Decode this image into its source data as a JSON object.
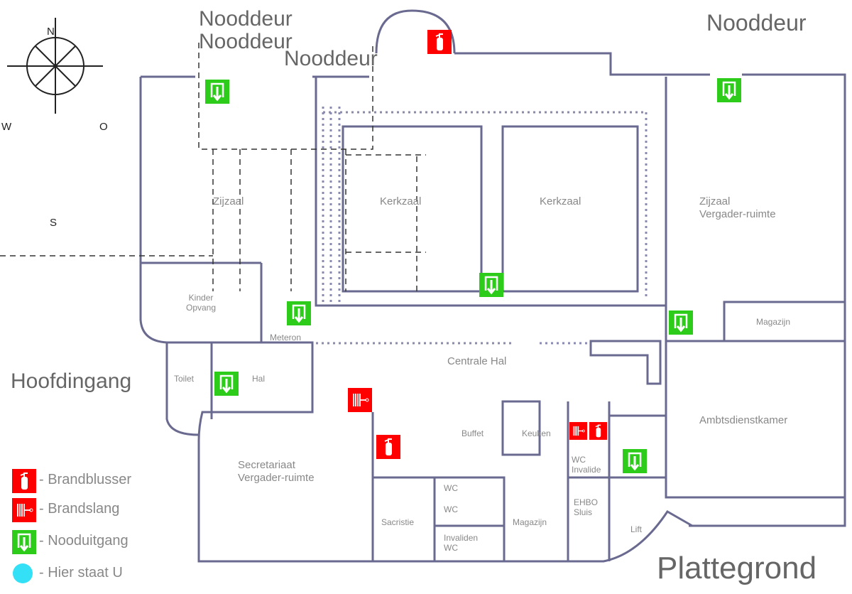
{
  "title": "Plattegrond",
  "doors": {
    "left_top": "Nooddeur",
    "left_top_2": "Nooddeur",
    "left_top_3": "Nooddeur",
    "right_top": "Nooddeur"
  },
  "entrance": "Hoofdingang",
  "compass": {
    "n": "N",
    "s": "S",
    "w": "W",
    "o": "O"
  },
  "rooms": {
    "zijzaal": "Zijzaal",
    "kerkzaal_left": "Kerkzaal",
    "kerkzaal_right": "Kerkzaal",
    "zijzaal_right": "Zijzaal\nVergader-ruimte",
    "kinder": "Kinder\nOpvang",
    "meteron": "Meteron",
    "toilet": "Toilet",
    "hal": "Hal",
    "centrale_hal": "Centrale Hal",
    "magazijn_right": "Magazijn",
    "ambtskamer": "Ambtsdienstkamer",
    "secretariaat": "Secretariaat\nVergader-ruimte",
    "buffet": "Buffet",
    "keuken": "Keuken",
    "wc_invalide": "WC\nInvalide",
    "wc1": "WC",
    "wc2": "WC",
    "invaliden_wc": "Invaliden\nWC",
    "sacristie": "Sacristie",
    "magazijn": "Magazijn",
    "ehbo": "EHBO\nSluis",
    "lift": "Lift"
  },
  "legend": [
    {
      "icon": "fire-extinguisher",
      "label": "- Brandblusser"
    },
    {
      "icon": "fire-hose",
      "label": "- Brandslang"
    },
    {
      "icon": "emergency-exit",
      "label": "- Nooduitgang"
    },
    {
      "icon": "you-are-here",
      "label": "- Hier staat U"
    }
  ],
  "colors": {
    "exit": "#2ecc1a",
    "fire": "#ff0000",
    "here": "#33e0f5",
    "wall": "#6a6a90"
  }
}
